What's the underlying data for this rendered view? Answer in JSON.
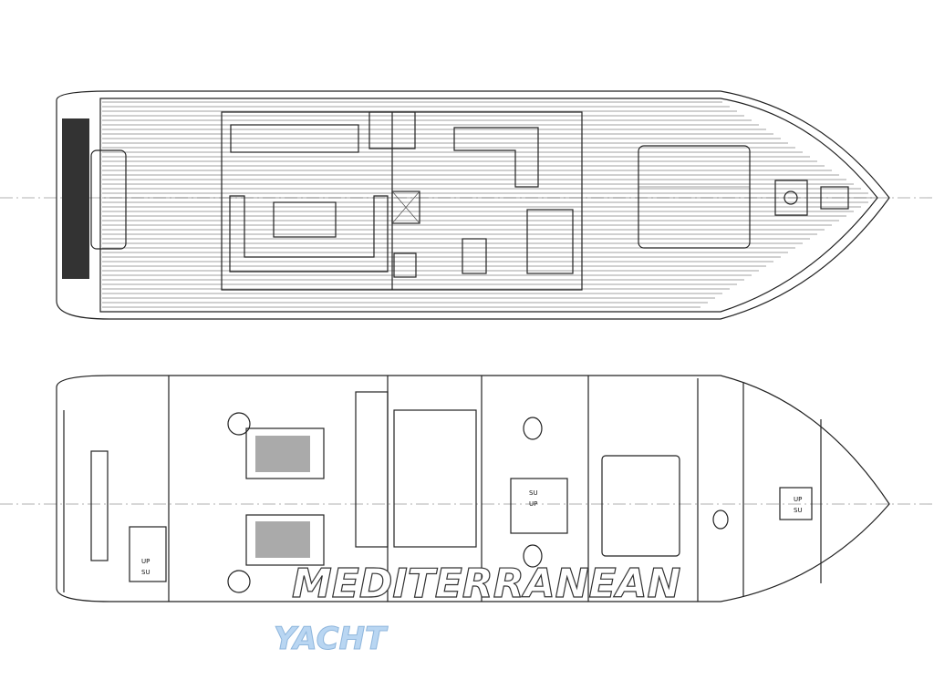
{
  "drawing": {
    "upper_deck_label": "",
    "lower_deck_labels": [
      {
        "up": "UP",
        "su": "SU"
      },
      {
        "up": "SU",
        "su": "UP"
      },
      {
        "up": "UP",
        "su": "SU"
      }
    ]
  },
  "watermark": {
    "line1": "MEDITERRANEAN",
    "line2": "YACHT",
    "color_line2": "#b9d6f2"
  }
}
